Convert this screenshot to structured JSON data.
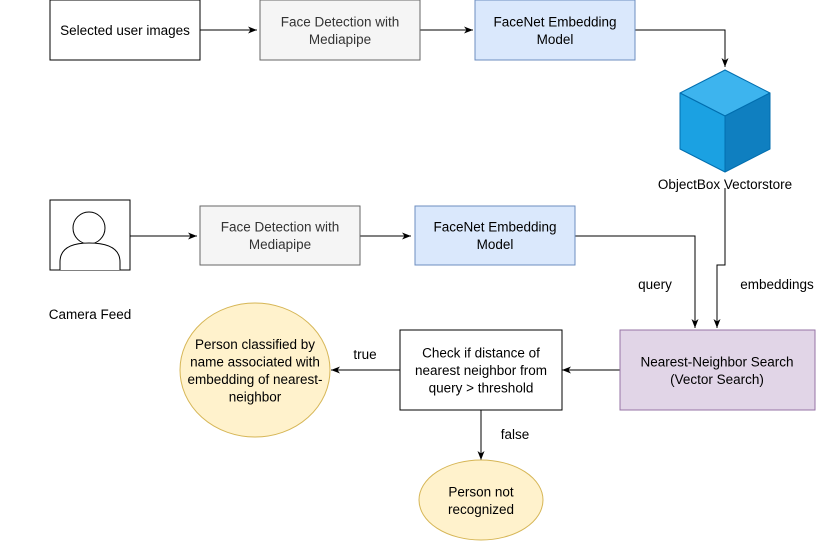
{
  "nodes": {
    "selected_images": {
      "lines": [
        "Selected user images"
      ]
    },
    "face_detection_top": {
      "lines": [
        "Face Detection with",
        "Mediapipe"
      ]
    },
    "facenet_top": {
      "lines": [
        "FaceNet Embedding",
        "Model"
      ]
    },
    "vectorstore": {
      "lines": [
        "ObjectBox Vectorstore"
      ]
    },
    "camera_feed": {
      "lines": [
        "Camera Feed"
      ]
    },
    "face_detection_bottom": {
      "lines": [
        "Face Detection with",
        "Mediapipe"
      ]
    },
    "facenet_bottom": {
      "lines": [
        "FaceNet Embedding",
        "Model"
      ]
    },
    "nn_search": {
      "lines": [
        "Nearest-Neighbor Search",
        "(Vector Search)"
      ]
    },
    "distance_check": {
      "lines": [
        "Check if distance of",
        "nearest neighbor from",
        "query > threshold"
      ]
    },
    "person_classified": {
      "lines": [
        "Person classified by",
        "name associated with",
        "embedding of nearest-",
        "neighbor"
      ]
    },
    "person_not_recognized": {
      "lines": [
        "Person not",
        "recognized"
      ]
    }
  },
  "edge_labels": {
    "query": "query",
    "embeddings": "embeddings",
    "true": "true",
    "false": "false"
  },
  "colors": {
    "white_fill": "#ffffff",
    "gray_fill": "#f5f5f5",
    "gray_stroke": "#666666",
    "gray_text": "#333333",
    "blue_fill": "#dae8fc",
    "blue_stroke": "#6c8ebf",
    "purple_fill": "#e1d5e7",
    "purple_stroke": "#9673a6",
    "yellow_fill": "#fff2cc",
    "yellow_stroke": "#d6b656",
    "cube_front": "#1ba1e2",
    "cube_top": "#3db4ee",
    "cube_side": "#0f7fc0",
    "cube_stroke": "#006eaf",
    "edge": "#000000"
  }
}
